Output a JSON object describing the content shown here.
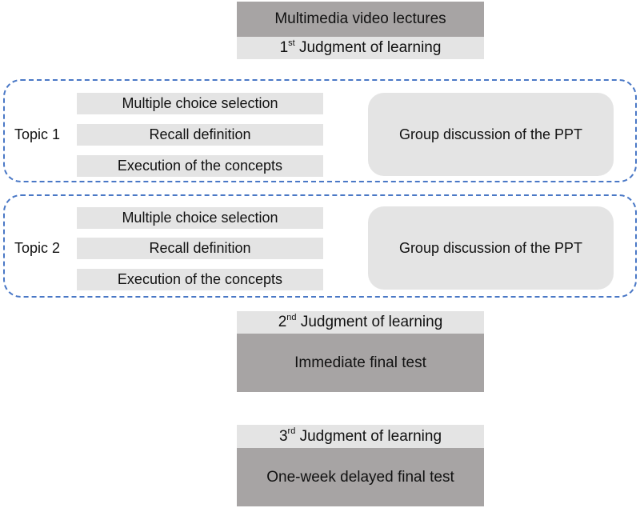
{
  "top": {
    "lectures": "Multimedia video lectures",
    "jol1": {
      "ord": "1",
      "sup": "st",
      "text": " Judgment of learning"
    }
  },
  "topics": [
    {
      "label": "Topic 1",
      "tasks": [
        "Multiple choice selection",
        "Recall definition",
        "Execution of the concepts"
      ],
      "discussion": "Group discussion of the PPT"
    },
    {
      "label": "Topic 2",
      "tasks": [
        "Multiple choice selection",
        "Recall definition",
        "Execution of the concepts"
      ],
      "discussion": "Group discussion of the PPT"
    }
  ],
  "bottom": {
    "jol2": {
      "ord": "2",
      "sup": "nd",
      "text": " Judgment of learning"
    },
    "immediate_test": "Immediate final test",
    "jol3": {
      "ord": "3",
      "sup": "rd",
      "text": " Judgment of learning"
    },
    "delayed_test": "One-week delayed final test"
  },
  "colors": {
    "dark_box": "#a7a4a4",
    "light_box": "#e4e4e4",
    "dashed_border": "#4a78c6"
  }
}
